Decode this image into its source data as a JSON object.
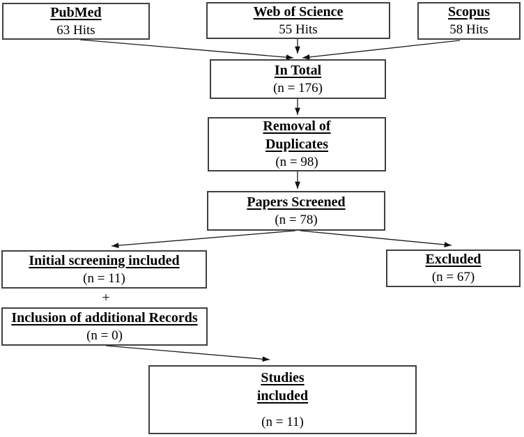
{
  "colors": {
    "background": "#ffffff",
    "box_border": "#404040",
    "text": "#000000",
    "arrow": "#1b1b1b"
  },
  "plus_label": "+",
  "boxes": [
    {
      "name": "pubmed",
      "title": "PubMed",
      "value": "63 Hits"
    },
    {
      "name": "web-of-science",
      "title": "Web of Science",
      "value": "55 Hits"
    },
    {
      "name": "scopus",
      "title": "Scopus",
      "value": "58 Hits"
    },
    {
      "name": "in-total",
      "title": "In Total",
      "value": "(n = 176)"
    },
    {
      "name": "removal-of-duplicates",
      "title": "Removal of\nDuplicates",
      "value": "(n = 98)"
    },
    {
      "name": "papers-screened",
      "title": "Papers Screened",
      "value": "(n = 78)"
    },
    {
      "name": "initial-screening-included",
      "title": "Initial screening included",
      "value": "(n = 11)"
    },
    {
      "name": "excluded",
      "title": "Excluded",
      "value": "(n = 67)"
    },
    {
      "name": "inclusion-of-additional-records",
      "title": "Inclusion of additional Records",
      "value": "(n = 0)"
    },
    {
      "name": "studies-included",
      "title": "Studies\nincluded",
      "value": "(n = 11)"
    }
  ],
  "connectors": [
    {
      "from": "pubmed",
      "to": "in-total"
    },
    {
      "from": "web-of-science",
      "to": "in-total"
    },
    {
      "from": "scopus",
      "to": "in-total"
    },
    {
      "from": "in-total",
      "to": "removal-of-duplicates"
    },
    {
      "from": "removal-of-duplicates",
      "to": "papers-screened"
    },
    {
      "from": "papers-screened",
      "to": "initial-screening-included"
    },
    {
      "from": "papers-screened",
      "to": "excluded"
    },
    {
      "from": "inclusion-of-additional-records",
      "to": "studies-included"
    }
  ]
}
